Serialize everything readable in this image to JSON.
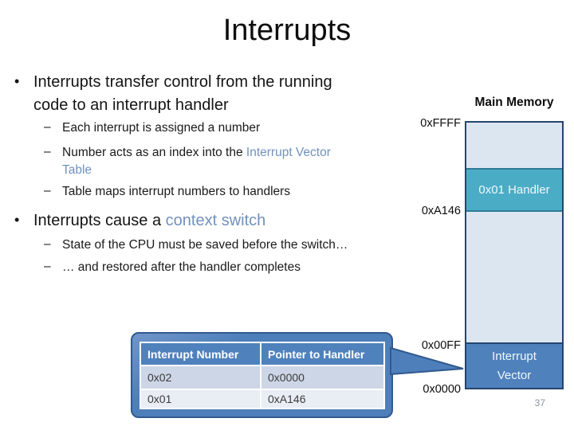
{
  "glyphs": {
    "bullet": "•",
    "dash": "–"
  },
  "slide": {
    "title": "Interrupts",
    "page_number": "37"
  },
  "content": {
    "bullet1": {
      "line1": "Interrupts transfer control from the running",
      "line2": "code to an interrupt handler"
    },
    "sub1": "Each interrupt is assigned a number",
    "sub2": {
      "prefix": "Number acts as an index into the ",
      "emphasis_line1": "Interrupt Vector",
      "emphasis_line2": "Table"
    },
    "sub3": "Table maps interrupt numbers to handlers",
    "bullet2": {
      "prefix": "Interrupts cause a ",
      "emphasis": "context switch"
    },
    "sub4": "State of the CPU must be saved before the switch…",
    "sub5": "… and restored after the handler completes"
  },
  "memory": {
    "title": "Main Memory",
    "handler_block_label": "0x01 Handler",
    "vector_block_line1": "Interrupt",
    "vector_block_line2": "Vector",
    "addresses": {
      "top": "0xFFFF",
      "handler_base": "0xA146",
      "vector_top": "0x00FF",
      "bottom": "0x0000"
    }
  },
  "table": {
    "headers": [
      "Interrupt Number",
      "Pointer to Handler"
    ],
    "rows": [
      [
        "0x02",
        "0x0000"
      ],
      [
        "0x01",
        "0xA146"
      ]
    ]
  },
  "colors": {
    "accent_blue": "#4F81BD",
    "accent_teal": "#4BACC6",
    "light_fill": "#DCE6F1",
    "dark_border": "#24456E",
    "emphasis_text": "#7191BE",
    "band_row_dark": "#CDD6E6",
    "band_row_light": "#E9EDF4",
    "callout_fill": "#4E7FBA"
  }
}
